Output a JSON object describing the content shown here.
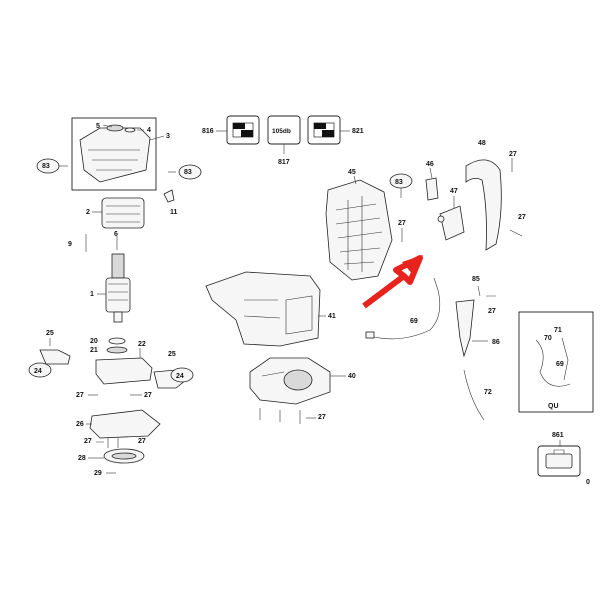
{
  "labels": {
    "p1": "1",
    "p2": "2",
    "p3": "3",
    "p4": "4",
    "p5": "5",
    "p6": "6",
    "p9": "9",
    "p11": "11",
    "p20": "20",
    "p21": "21",
    "p22": "22",
    "p24a": "24",
    "p24b": "24",
    "p25a": "25",
    "p25b": "25",
    "p26": "26",
    "p27a": "27",
    "p27b": "27",
    "p27c": "27",
    "p27d": "27",
    "p27e": "27",
    "p27f": "27",
    "p27g": "27",
    "p27h": "27",
    "p28": "28",
    "p29": "29",
    "p40": "40",
    "p41": "41",
    "p45": "45",
    "p46": "46",
    "p47": "47",
    "p48": "48",
    "p69a": "69",
    "p69b": "69",
    "p70": "70",
    "p71": "71",
    "p72": "72",
    "p83a": "83",
    "p83b": "83",
    "p83c": "83",
    "p85": "85",
    "p86": "86",
    "p816": "816",
    "p817": "817",
    "p821": "821",
    "p861": "861",
    "sticker_db": "105db",
    "qu": "QU",
    "corner": "0"
  },
  "colors": {
    "arrow": "#e8231e",
    "ink": "#222222"
  }
}
